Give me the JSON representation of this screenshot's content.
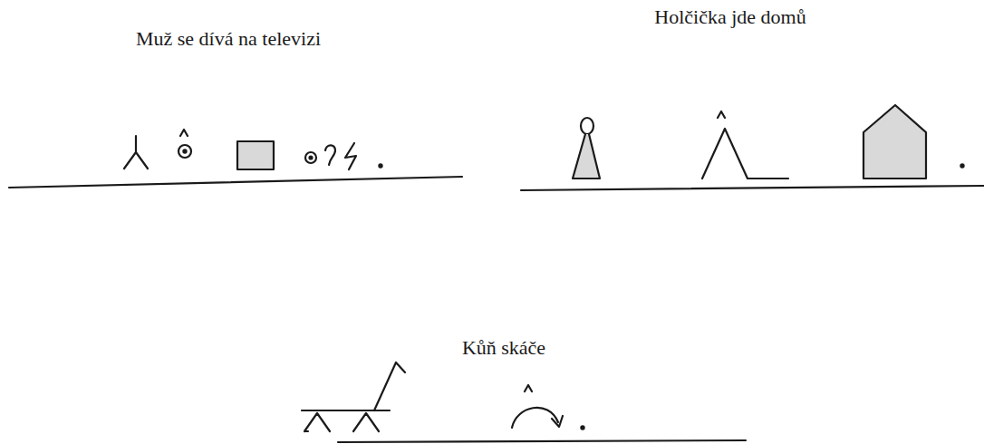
{
  "diagram": {
    "labels": [
      "Muž se dívá na televizi",
      "Holčička jde domů",
      "Kůň skáče"
    ]
  }
}
